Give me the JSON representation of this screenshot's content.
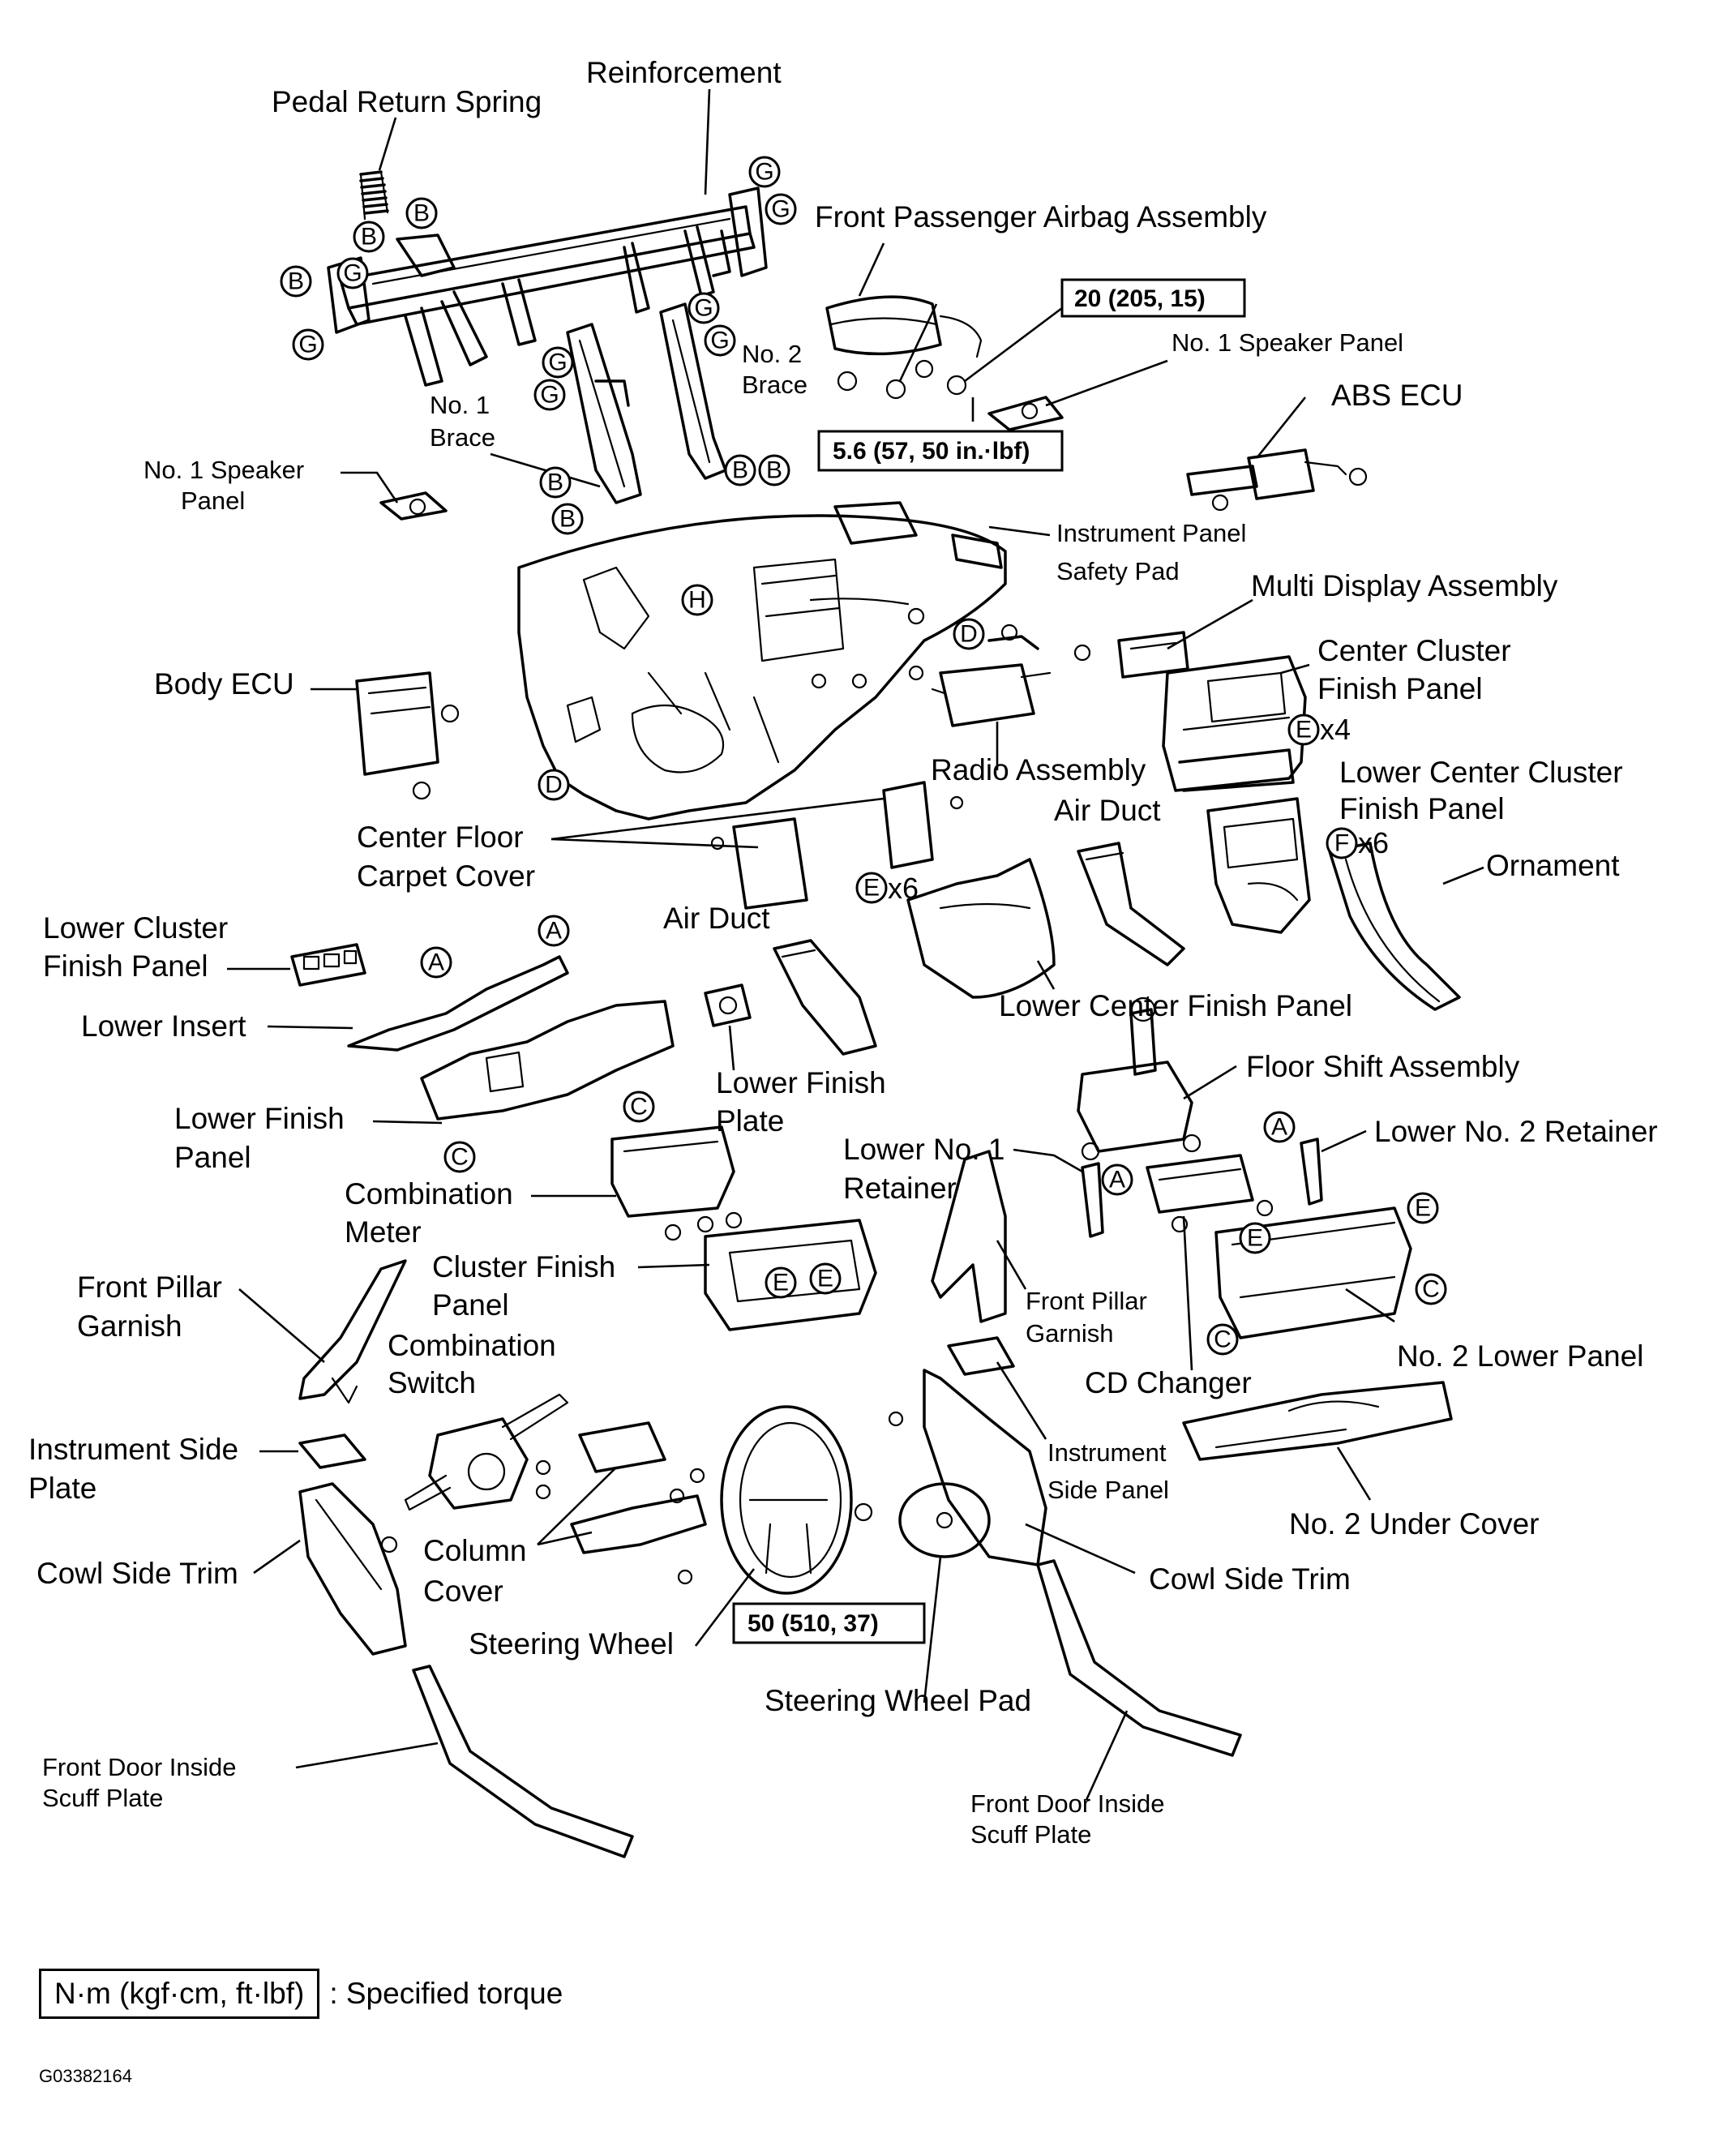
{
  "labels": [
    {
      "id": "pedal-return-spring",
      "text": "Pedal Return Spring"
    },
    {
      "id": "reinforcement",
      "text": "Reinforcement"
    },
    {
      "id": "front-passenger-airbag",
      "text": "Front Passenger Airbag Assembly"
    },
    {
      "id": "no2-brace-1",
      "text": "No. 2"
    },
    {
      "id": "no2-brace-2",
      "text": "Brace"
    },
    {
      "id": "no1-speaker-panel-right",
      "text": "No. 1 Speaker Panel"
    },
    {
      "id": "abs-ecu",
      "text": "ABS ECU"
    },
    {
      "id": "no1-brace-1",
      "text": "No. 1"
    },
    {
      "id": "no1-brace-2",
      "text": "Brace"
    },
    {
      "id": "no1-speaker-panel-left-1",
      "text": "No. 1 Speaker"
    },
    {
      "id": "no1-speaker-panel-left-2",
      "text": "Panel"
    },
    {
      "id": "ip-safety-pad-1",
      "text": "Instrument Panel"
    },
    {
      "id": "ip-safety-pad-2",
      "text": "Safety Pad"
    },
    {
      "id": "multi-display",
      "text": "Multi Display Assembly"
    },
    {
      "id": "center-cluster-1",
      "text": "Center Cluster"
    },
    {
      "id": "center-cluster-2",
      "text": "Finish Panel"
    },
    {
      "id": "body-ecu",
      "text": "Body ECU"
    },
    {
      "id": "radio-assembly",
      "text": "Radio Assembly"
    },
    {
      "id": "lower-center-cluster-1",
      "text": "Lower Center Cluster"
    },
    {
      "id": "lower-center-cluster-2",
      "text": "Finish Panel"
    },
    {
      "id": "air-duct-right",
      "text": "Air Duct"
    },
    {
      "id": "center-floor-1",
      "text": "Center Floor"
    },
    {
      "id": "center-floor-2",
      "text": "Carpet Cover"
    },
    {
      "id": "ornament",
      "text": "Ornament"
    },
    {
      "id": "lower-cluster-1",
      "text": "Lower Cluster"
    },
    {
      "id": "lower-cluster-2",
      "text": "Finish Panel"
    },
    {
      "id": "air-duct-left",
      "text": "Air Duct"
    },
    {
      "id": "lower-center-finish",
      "text": "Lower Center Finish Panel"
    },
    {
      "id": "lower-insert",
      "text": "Lower Insert"
    },
    {
      "id": "lower-finish-plate-1",
      "text": "Lower Finish"
    },
    {
      "id": "lower-finish-plate-2",
      "text": "Plate"
    },
    {
      "id": "floor-shift",
      "text": "Floor Shift Assembly"
    },
    {
      "id": "lower-finish-panel-1",
      "text": "Lower Finish"
    },
    {
      "id": "lower-finish-panel-2",
      "text": "Panel"
    },
    {
      "id": "lower-no2-retainer",
      "text": "Lower No. 2 Retainer"
    },
    {
      "id": "lower-no1-retainer-1",
      "text": "Lower No. 1"
    },
    {
      "id": "lower-no1-retainer-2",
      "text": "Retainer"
    },
    {
      "id": "combination-meter-1",
      "text": "Combination"
    },
    {
      "id": "combination-meter-2",
      "text": "Meter"
    },
    {
      "id": "cluster-finish-1",
      "text": "Cluster Finish"
    },
    {
      "id": "cluster-finish-2",
      "text": "Panel"
    },
    {
      "id": "front-pillar-left-1",
      "text": "Front Pillar"
    },
    {
      "id": "front-pillar-left-2",
      "text": "Garnish"
    },
    {
      "id": "front-pillar-right-1",
      "text": "Front Pillar"
    },
    {
      "id": "front-pillar-right-2",
      "text": "Garnish"
    },
    {
      "id": "no2-lower-panel",
      "text": "No. 2 Lower Panel"
    },
    {
      "id": "combination-switch-1",
      "text": "Combination"
    },
    {
      "id": "combination-switch-2",
      "text": "Switch"
    },
    {
      "id": "cd-changer",
      "text": "CD Changer"
    },
    {
      "id": "instrument-side-plate-1",
      "text": "Instrument Side"
    },
    {
      "id": "instrument-side-plate-2",
      "text": "Plate"
    },
    {
      "id": "instrument-side-panel-1",
      "text": "Instrument"
    },
    {
      "id": "instrument-side-panel-2",
      "text": "Side Panel"
    },
    {
      "id": "no2-under-cover",
      "text": "No. 2 Under Cover"
    },
    {
      "id": "cowl-side-left",
      "text": "Cowl Side Trim"
    },
    {
      "id": "column-cover-1",
      "text": "Column"
    },
    {
      "id": "column-cover-2",
      "text": "Cover"
    },
    {
      "id": "cowl-side-right",
      "text": "Cowl Side Trim"
    },
    {
      "id": "steering-wheel",
      "text": "Steering Wheel"
    },
    {
      "id": "steering-wheel-pad",
      "text": "Steering Wheel Pad"
    },
    {
      "id": "scuff-left-1",
      "text": "Front Door Inside"
    },
    {
      "id": "scuff-left-2",
      "text": "Scuff Plate"
    },
    {
      "id": "scuff-right-1",
      "text": "Front Door Inside"
    },
    {
      "id": "scuff-right-2",
      "text": "Scuff Plate"
    }
  ],
  "markers": [
    {
      "id": "g1",
      "letter": "G"
    },
    {
      "id": "g2",
      "letter": "G"
    },
    {
      "id": "b1",
      "letter": "B"
    },
    {
      "id": "b2",
      "letter": "B"
    },
    {
      "id": "g3",
      "letter": "G"
    },
    {
      "id": "b3",
      "letter": "B"
    },
    {
      "id": "g4",
      "letter": "G"
    },
    {
      "id": "g5",
      "letter": "G"
    },
    {
      "id": "g6",
      "letter": "G"
    },
    {
      "id": "g7",
      "letter": "G"
    },
    {
      "id": "g8",
      "letter": "G"
    },
    {
      "id": "b4",
      "letter": "B"
    },
    {
      "id": "b5",
      "letter": "B"
    },
    {
      "id": "b6",
      "letter": "B"
    },
    {
      "id": "b7",
      "letter": "B"
    },
    {
      "id": "h1",
      "letter": "H"
    },
    {
      "id": "d1",
      "letter": "D"
    },
    {
      "id": "d2",
      "letter": "D"
    },
    {
      "id": "e1",
      "letter": "E"
    },
    {
      "id": "f1",
      "letter": "F"
    },
    {
      "id": "e2",
      "letter": "E"
    },
    {
      "id": "a1",
      "letter": "A"
    },
    {
      "id": "a2",
      "letter": "A"
    },
    {
      "id": "c1",
      "letter": "C"
    },
    {
      "id": "c2",
      "letter": "C"
    },
    {
      "id": "a3",
      "letter": "A"
    },
    {
      "id": "a4",
      "letter": "A"
    },
    {
      "id": "e3",
      "letter": "E"
    },
    {
      "id": "e4",
      "letter": "E"
    },
    {
      "id": "e5",
      "letter": "E"
    },
    {
      "id": "e6",
      "letter": "E"
    },
    {
      "id": "c3",
      "letter": "C"
    },
    {
      "id": "c4",
      "letter": "C"
    }
  ],
  "multipliers": [
    {
      "id": "e-x4",
      "text": "x4"
    },
    {
      "id": "e-x6",
      "text": "x6"
    },
    {
      "id": "f-x6",
      "text": "x6"
    }
  ],
  "torque_specs": [
    {
      "id": "torque-airbag-upper",
      "text": "20 (205, 15)"
    },
    {
      "id": "torque-airbag-lower",
      "text": "5.6 (57, 50 in.·lbf)"
    },
    {
      "id": "torque-steering",
      "text": "50 (510, 37)"
    }
  ],
  "legend": {
    "unit_box": "N·m (kgf·cm, ft·lbf)",
    "description": ": Specified torque"
  },
  "figure_id": "G03382164"
}
